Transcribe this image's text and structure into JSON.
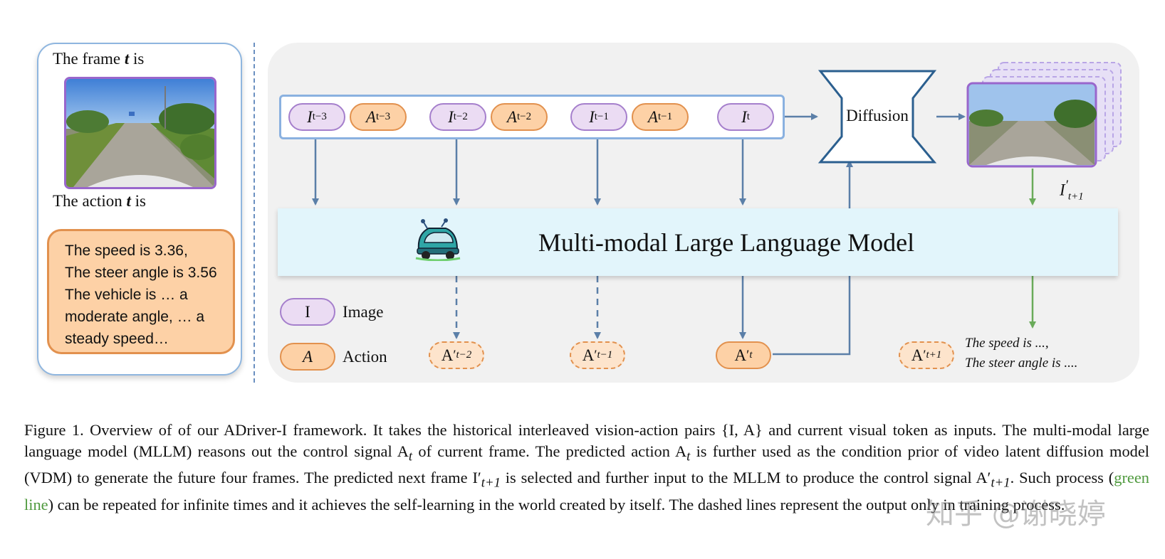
{
  "left_panel": {
    "frame_title_prefix": "The frame ",
    "frame_title_var": "t",
    "frame_title_suffix": " is",
    "action_title_prefix": "The action ",
    "action_title_var": "t",
    "action_title_suffix": " is",
    "action_lines": [
      "The speed is 3.36,",
      "The steer angle is 3.56",
      "The vehicle is … a",
      "moderate angle, … a",
      "steady speed…"
    ]
  },
  "tokens": [
    {
      "kind": "image",
      "base": "I",
      "sub": "t−3"
    },
    {
      "kind": "action",
      "base": "A",
      "sub": "t−3"
    },
    {
      "kind": "image",
      "base": "I",
      "sub": "t−2"
    },
    {
      "kind": "action",
      "base": "A",
      "sub": "t−2"
    },
    {
      "kind": "image",
      "base": "I",
      "sub": "t−1"
    },
    {
      "kind": "action",
      "base": "A",
      "sub": "t−1"
    },
    {
      "kind": "image",
      "base": "I",
      "sub": "t"
    }
  ],
  "diffusion_label": "Diffusion",
  "next_frame_label": {
    "base": "I",
    "prime": "′",
    "sub": "t+1"
  },
  "llm_label": "Multi-modal Large Language Model",
  "outputs": [
    {
      "base": "A",
      "prime": "′",
      "sub": "t−2",
      "style": "dashed"
    },
    {
      "base": "A",
      "prime": "′",
      "sub": "t−1",
      "style": "dashed"
    },
    {
      "base": "A",
      "prime": "′",
      "sub": "t",
      "style": "solid"
    },
    {
      "base": "A",
      "prime": "′",
      "sub": "t+1",
      "style": "dashed"
    }
  ],
  "prediction_text": [
    "The speed is ...,",
    "The steer angle is ...."
  ],
  "legend": [
    {
      "symbol": "I",
      "label": "Image"
    },
    {
      "symbol": "A",
      "label": "Action"
    }
  ],
  "colors": {
    "image_fill": "#ebdcf3",
    "image_border": "#a57fcc",
    "action_fill": "#fdd1a6",
    "action_border": "#e2914e",
    "arrow": "#5b7fa8",
    "green_line": "#6aab5a",
    "llm_fill": "#e2f5fb"
  },
  "caption": {
    "part1": "Figure 1. Overview of of our ADriver-I framework. It takes the historical interleaved vision-action pairs {I, A} and current visual token as inputs. The multi-modal large language model (MLLM) reasons out the control signal A",
    "sub_t1": "t",
    "part2": " of current frame. The predicted action A",
    "sub_t2": "t",
    "part3": " is further used as the condition prior of video latent diffusion model (VDM) to generate the future four frames. The predicted next frame I′",
    "sub_t3": "t+1",
    "part4": " is selected and further input to the MLLM to produce the control signal A′",
    "sub_t4": "t+1",
    "part5": ". Such process (",
    "green": "green line",
    "part6": ") can be repeated for infinite times and it achieves the self-learning in the world created by itself. The dashed lines represent the output only in training process."
  },
  "watermark": "知乎 @谢晓婷"
}
